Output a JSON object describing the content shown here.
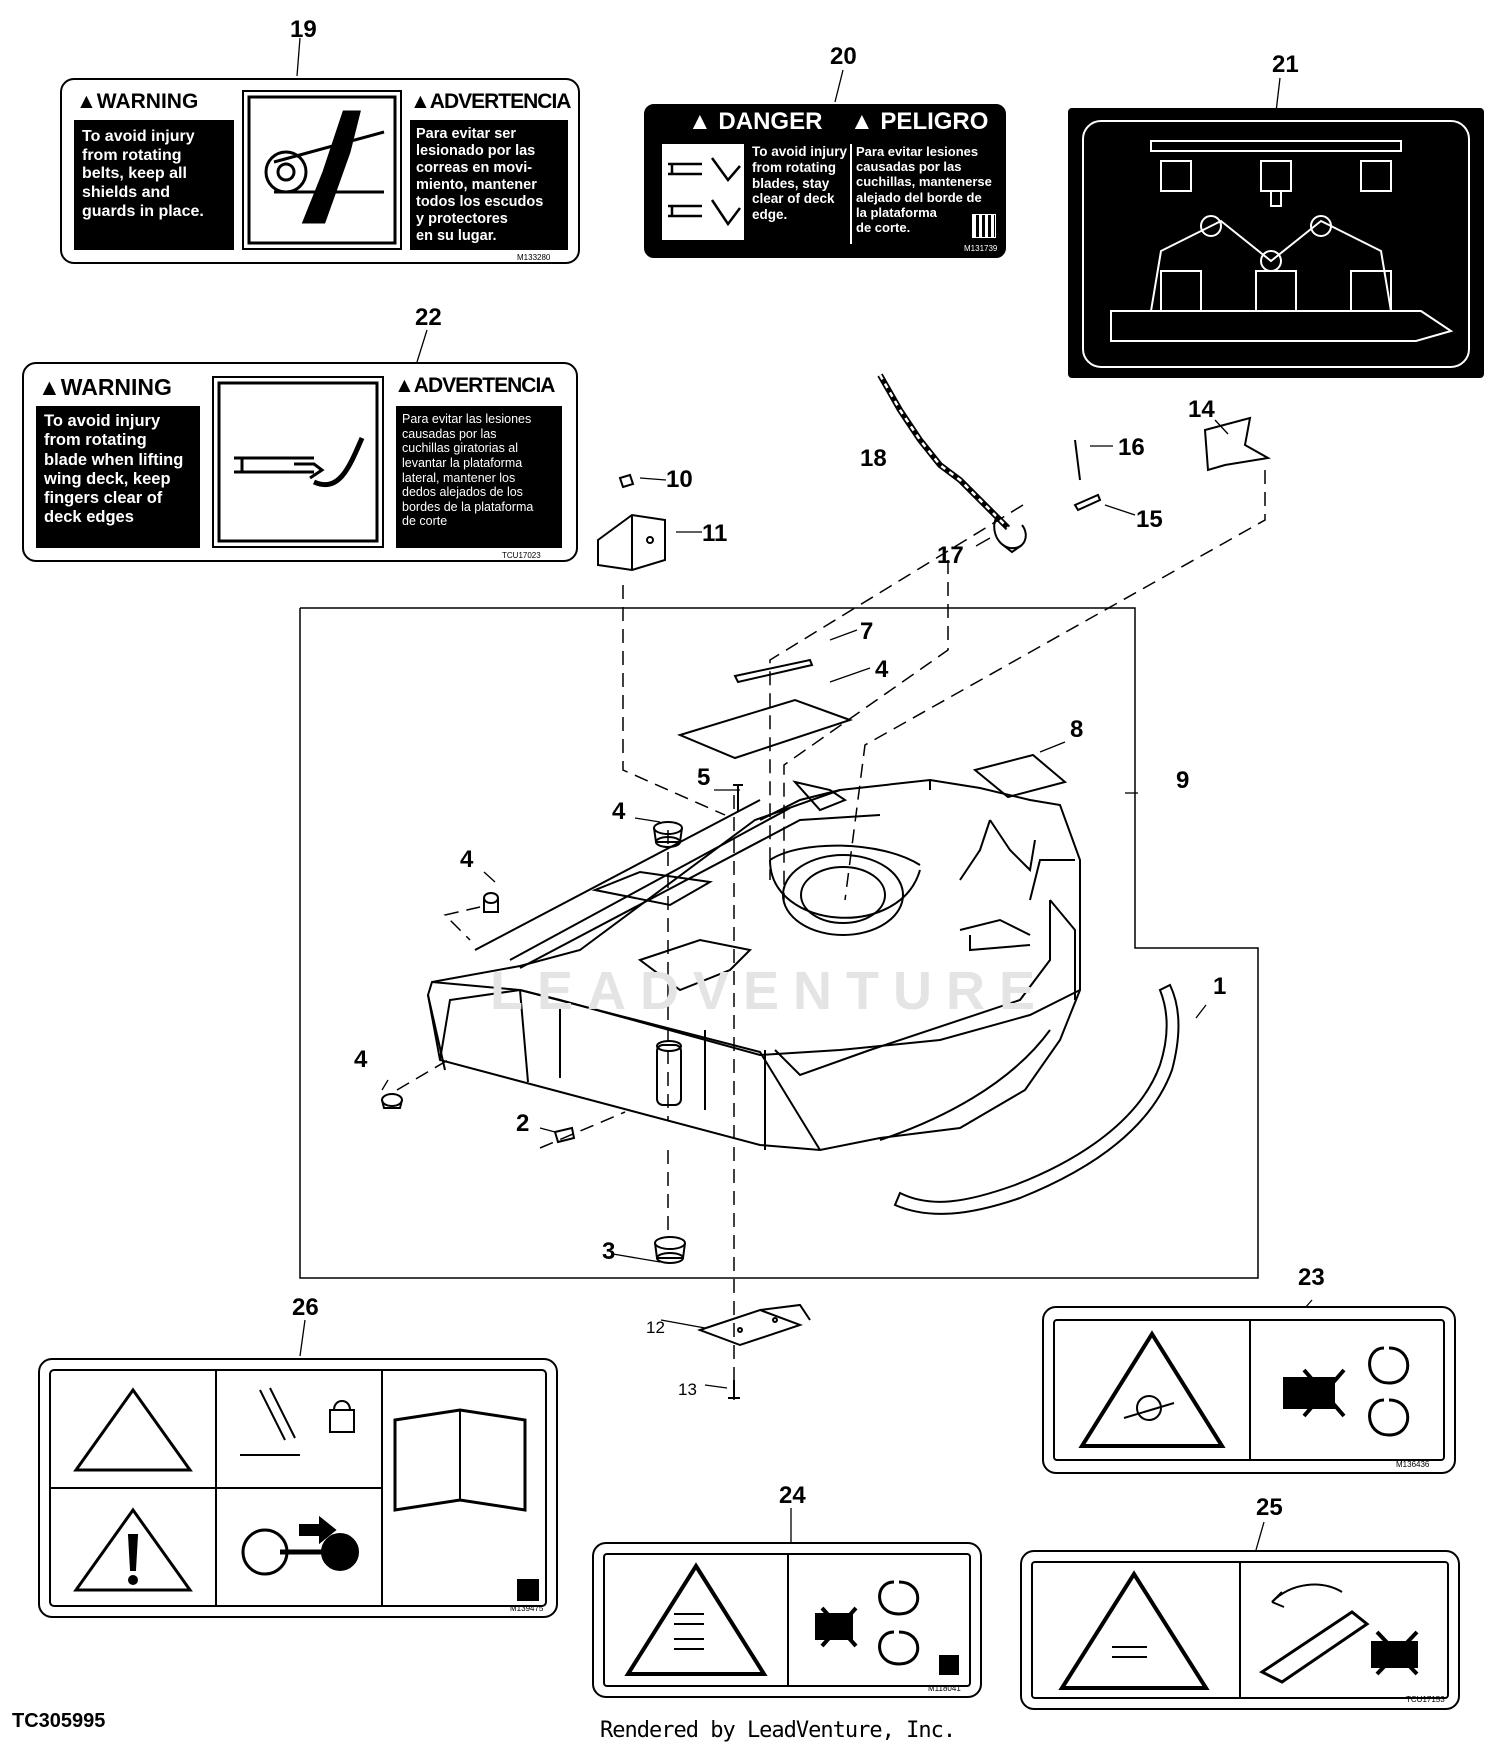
{
  "decals": {
    "d19": {
      "warning_header": "WARNING",
      "advert_header": "ADVERTENCIA",
      "english": "To avoid injury\nfrom rotating\nbelts, keep all\nshields and\nguards in place.",
      "spanish": "Para evitar ser\nlesionado por las\ncorreas en movi-\nmiento, mantener\ntodos los escudos\ny protectores\nen su lugar.",
      "code": "M133280"
    },
    "d20": {
      "danger_header": "DANGER",
      "peligro_header": "PELIGRO",
      "english": "To avoid injury\nfrom rotating\nblades, stay\nclear of deck\nedge.",
      "spanish": "Para evitar lesiones\ncausadas por las\ncuchillas, mantenerse\nalejado del borde de\nla plataforma\nde corte.",
      "code": "M131739"
    },
    "d22": {
      "warning_header": "WARNING",
      "advert_header": "ADVERTENCIA",
      "english": "To avoid injury\nfrom rotating\nblade when lifting\nwing deck, keep\nfingers clear of\ndeck edges",
      "spanish": "Para evitar las lesiones\ncausadas por las\ncuchillas giratorias al\nlevantar la plataforma\nlateral, mantener los\ndedos alejados de los\nbordes de la plataforma\nde corte",
      "code": "TCU17023"
    },
    "d23": {
      "code": "M136436"
    },
    "d24": {
      "code": "M118041"
    },
    "d25": {
      "code": "TCU17153"
    },
    "d26": {
      "code": "M139475"
    }
  },
  "callouts": {
    "c1": "1",
    "c2": "2",
    "c3": "3",
    "c4a": "4",
    "c4b": "4",
    "c4c": "4",
    "c4d": "4",
    "c5": "5",
    "c7": "7",
    "c8": "8",
    "c9": "9",
    "c10": "10",
    "c11": "11",
    "c12": "12",
    "c13": "13",
    "c14": "14",
    "c15": "15",
    "c16": "16",
    "c17": "17",
    "c18": "18",
    "c19": "19",
    "c20": "20",
    "c21": "21",
    "c22": "22",
    "c23": "23",
    "c24": "24",
    "c25": "25",
    "c26": "26"
  },
  "footer": {
    "figure_code": "TC305995",
    "rendered_by": "Rendered by LeadVenture, Inc."
  },
  "watermark": "LEADVENTURE"
}
